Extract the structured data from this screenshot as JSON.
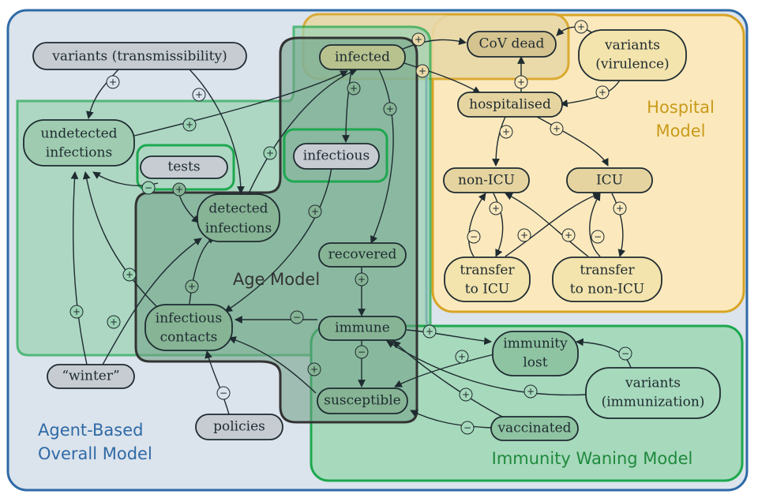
{
  "regions": {
    "agent_based": {
      "label_line1": "Agent-Based",
      "label_line2": "Overall Model",
      "color": "#2f6aa6"
    },
    "hospital": {
      "label_line1": "Hospital",
      "label_line2": "Model",
      "color": "#c99a1a"
    },
    "age": {
      "label": "Age Model",
      "color": "#333333"
    },
    "immunity": {
      "label": "Immunity Waning Model",
      "color": "#1e8a3c"
    }
  },
  "nodes": {
    "variants_trans": {
      "text": "variants (transmissibility)"
    },
    "infected": {
      "text": "infected"
    },
    "cov_dead": {
      "text": "CoV dead"
    },
    "variants_vir": {
      "line1": "variants",
      "line2": "(virulence)"
    },
    "hospitalised": {
      "text": "hospitalised"
    },
    "undetected": {
      "line1": "undetected",
      "line2": "infections"
    },
    "tests": {
      "text": "tests"
    },
    "infectious": {
      "text": "infectious"
    },
    "detected": {
      "line1": "detected",
      "line2": "infections"
    },
    "non_icu": {
      "text": "non-ICU"
    },
    "icu": {
      "text": "ICU"
    },
    "recovered": {
      "text": "recovered"
    },
    "transfer_icu": {
      "line1": "transfer",
      "line2": "to ICU"
    },
    "transfer_non_icu": {
      "line1": "transfer",
      "line2": "to non-ICU"
    },
    "infectious_contacts": {
      "line1": "infectious",
      "line2": "contacts"
    },
    "immune": {
      "text": "immune"
    },
    "immunity_lost": {
      "line1": "immunity",
      "line2": "lost"
    },
    "winter": {
      "text": "“winter”"
    },
    "variants_imm": {
      "line1": "variants",
      "line2": "(immunization)"
    },
    "susceptible": {
      "text": "susceptible"
    },
    "policies": {
      "text": "policies"
    },
    "vaccinated": {
      "text": "vaccinated"
    }
  },
  "signs": {
    "plus": "+",
    "minus": "−"
  }
}
